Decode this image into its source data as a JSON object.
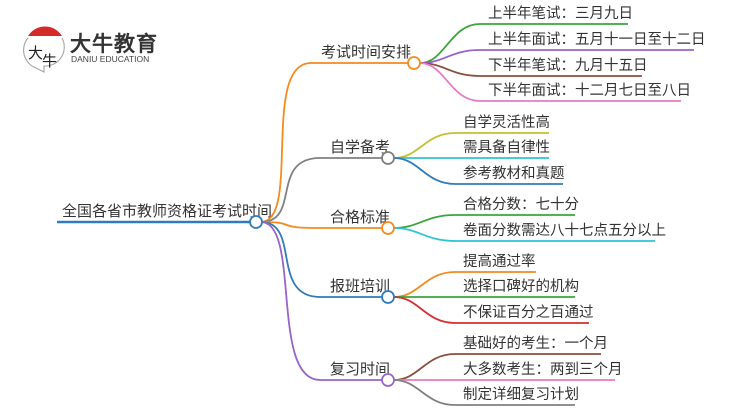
{
  "logo": {
    "title": "大牛教育",
    "subtitle": "DANIU EDUCATION",
    "mark_text": "大牛"
  },
  "root": {
    "label": "全国各省市教师资格证考试时间",
    "color": "#2e7bbd"
  },
  "branches": [
    {
      "label": "考试时间安排",
      "color": "#f58a1f",
      "children": [
        {
          "label": "上半年笔试：三月九日",
          "color": "#3aa63a"
        },
        {
          "label": "上半年面试：五月十一日至十二日",
          "color": "#9a63c9"
        },
        {
          "label": "下半年笔试：九月十五日",
          "color": "#8b4f3f"
        },
        {
          "label": "下半年面试：十二月七日至八日",
          "color": "#e67ac8"
        }
      ]
    },
    {
      "label": "自学备考",
      "color": "#808080",
      "children": [
        {
          "label": "自学灵活性高",
          "color": "#c2c030"
        },
        {
          "label": "需具备自律性",
          "color": "#2ec3d6"
        },
        {
          "label": "参考教材和真题",
          "color": "#2e7bbd"
        }
      ]
    },
    {
      "label": "合格标准",
      "color": "#f58a1f",
      "children": [
        {
          "label": "合格分数：七十分",
          "color": "#3aa63a"
        },
        {
          "label": "卷面分数需达八十七点五分以上",
          "color": "#2ec3d6"
        }
      ]
    },
    {
      "label": "报班培训",
      "color": "#2e7bbd",
      "children": [
        {
          "label": "提高通过率",
          "color": "#f58a1f"
        },
        {
          "label": "选择口碑好的机构",
          "color": "#3aa63a"
        },
        {
          "label": "不保证百分之百通过",
          "color": "#d62f2f"
        }
      ]
    },
    {
      "label": "复习时间",
      "color": "#9a63c9",
      "children": [
        {
          "label": "基础好的考生：一个月",
          "color": "#8b4f3f"
        },
        {
          "label": "大多数考生：两到三个月",
          "color": "#e67ac8"
        },
        {
          "label": "制定详细复习计划",
          "color": "#808080"
        }
      ]
    }
  ]
}
